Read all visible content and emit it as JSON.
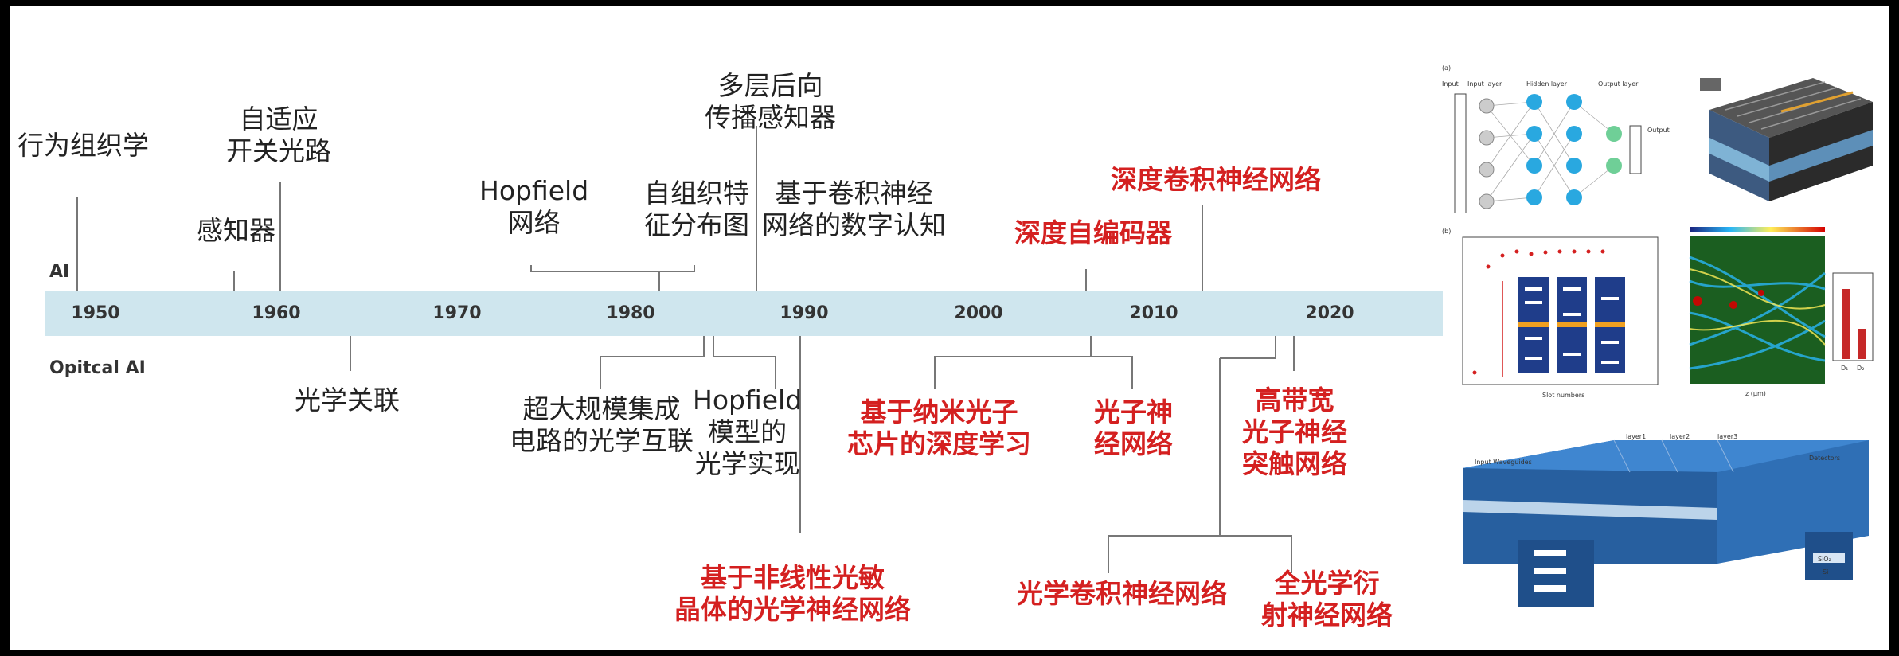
{
  "row_labels": {
    "ai": "AI",
    "optical": "Opitcal AI"
  },
  "years": [
    "1950",
    "1960",
    "1970",
    "1980",
    "1990",
    "2000",
    "2010",
    "2020"
  ],
  "ai_events": [
    {
      "text": "行为组织学"
    },
    {
      "text": "自适应\n开关光路"
    },
    {
      "text": "感知器"
    },
    {
      "text": "Hopfield\n网络"
    },
    {
      "text": "自组织特\n征分布图"
    },
    {
      "text": "多层后向\n传播感知器"
    },
    {
      "text": "基于卷积神经\n网络的数字认知"
    },
    {
      "text": "深度卷积神经网络",
      "color": "#d42020"
    },
    {
      "text": "深度自编码器",
      "color": "#d42020"
    }
  ],
  "optical_events": [
    {
      "text": "光学关联"
    },
    {
      "text": "超大规模集成\n电路的光学互联"
    },
    {
      "text": "Hopfield\n模型的\n光学实现"
    },
    {
      "text": "基于非线性光敏\n晶体的光学神经网络",
      "color": "#d42020"
    },
    {
      "text": "基于纳米光子\n芯片的深度学习",
      "color": "#d42020"
    },
    {
      "text": "光子神\n经网络",
      "color": "#d42020"
    },
    {
      "text": "高带宽\n光子神经\n突触网络",
      "color": "#d42020"
    },
    {
      "text": "光学卷积神经网络",
      "color": "#d42020"
    },
    {
      "text": "全光学衍\n射神经网络",
      "color": "#d42020"
    }
  ],
  "figure_labels": {
    "panel_a": "(a)",
    "panel_b": "(b)",
    "input": "Input",
    "input_layer": "Input layer",
    "hidden_layer": "Hidden layer",
    "output_layer": "Output layer",
    "output": "Output",
    "x_axis_b": "Slot numbers",
    "x_axis_c": "z (μm)",
    "input_waveguides": "Input Waveguides",
    "layer1": "layer1",
    "layer2": "layer2",
    "layer3": "layer3",
    "detectors": "Detectors",
    "sio2": "SiO₂",
    "si": "Si",
    "bar1": "D₁",
    "bar2": "D₂"
  },
  "colors": {
    "accent_red": "#d42020",
    "timeline_band": "#cfe6ee",
    "text": "#222222"
  }
}
